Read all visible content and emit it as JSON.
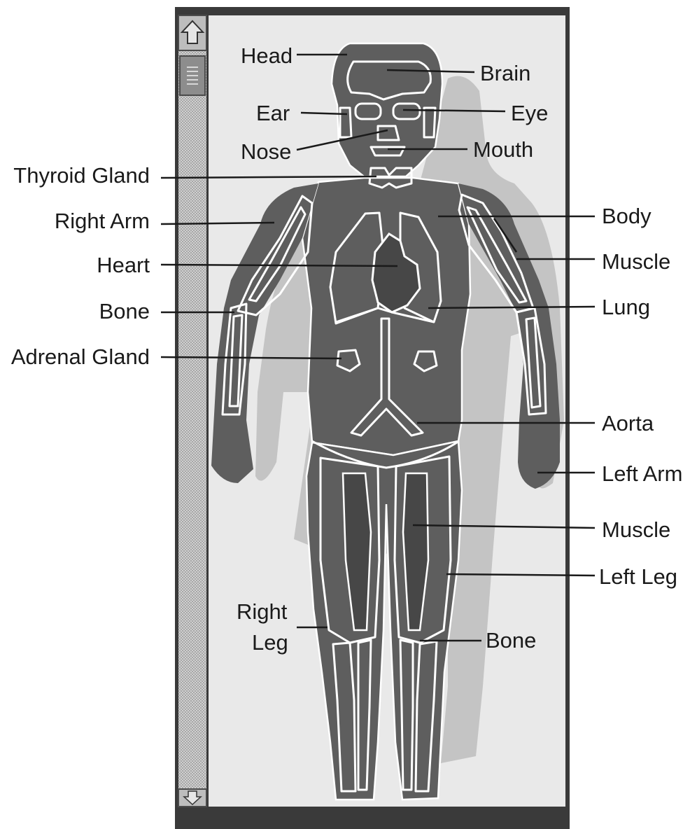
{
  "colors": {
    "panel_bg": "#e9e9e9",
    "shadow": "#c4c4c4",
    "body": "#5e5e5e",
    "organ": "#7b7b7b",
    "heart": "#474747",
    "outline": "#ffffff",
    "frame": "#3a3a3a",
    "scroll_track": "#b8b8b8",
    "scroll_thumb": "#8d8d8d"
  },
  "scrollbar": {
    "up_icon": "arrow-up-icon",
    "down_icon": "arrow-down-icon",
    "thumb_icon": "grip-lines-icon"
  },
  "labels": {
    "head": "Head",
    "brain": "Brain",
    "ear": "Ear",
    "eye": "Eye",
    "nose": "Nose",
    "mouth": "Mouth",
    "thyroid_gland": "Thyroid Gland",
    "right_arm": "Right Arm",
    "body": "Body",
    "heart": "Heart",
    "muscle_arm": "Muscle",
    "bone_arm": "Bone",
    "lung": "Lung",
    "adrenal_gland": "Adrenal Gland",
    "aorta": "Aorta",
    "left_arm": "Left Arm",
    "muscle_leg": "Muscle",
    "left_leg": "Left Leg",
    "right_leg_line1": "Right",
    "right_leg_line2": "Leg",
    "bone_leg": "Bone"
  }
}
